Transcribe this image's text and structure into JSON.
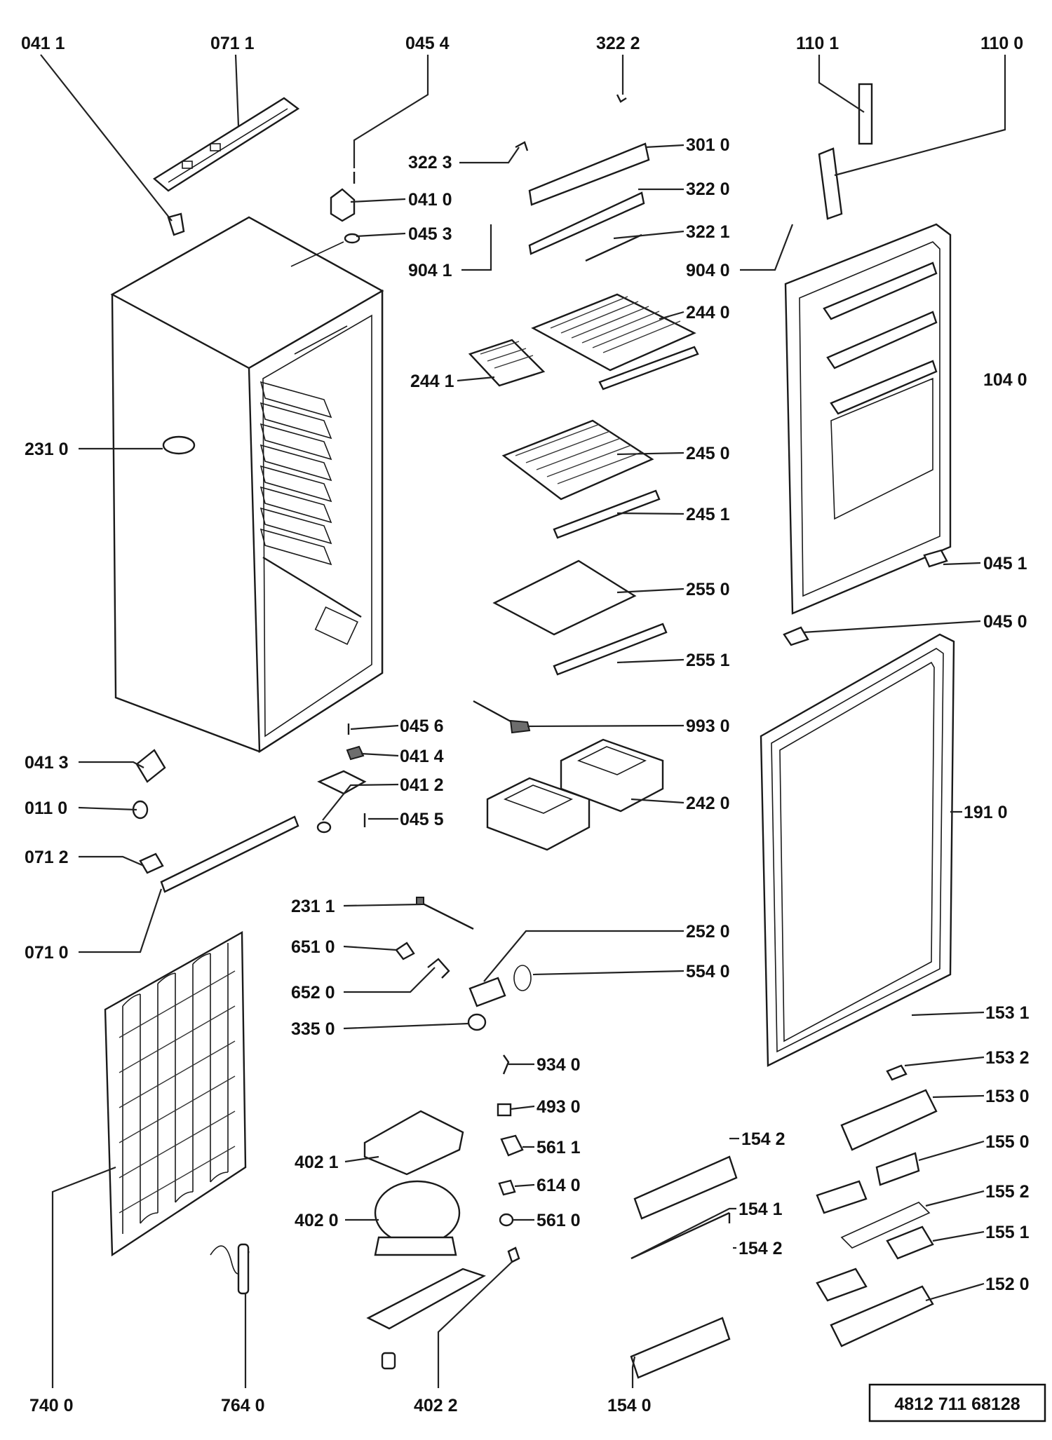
{
  "drawing_number": "4812 711 68128",
  "parts": [
    {
      "id": "041-1",
      "label": "041 1"
    },
    {
      "id": "071-1",
      "label": "071 1"
    },
    {
      "id": "045-4",
      "label": "045 4"
    },
    {
      "id": "322-2",
      "label": "322 2"
    },
    {
      "id": "110-1",
      "label": "110 1"
    },
    {
      "id": "110-0",
      "label": "110 0"
    },
    {
      "id": "322-3",
      "label": "322 3"
    },
    {
      "id": "301-0",
      "label": "301 0"
    },
    {
      "id": "041-0",
      "label": "041 0"
    },
    {
      "id": "322-0",
      "label": "322 0"
    },
    {
      "id": "045-3",
      "label": "045 3"
    },
    {
      "id": "322-1",
      "label": "322 1"
    },
    {
      "id": "904-1",
      "label": "904 1"
    },
    {
      "id": "904-0",
      "label": "904 0"
    },
    {
      "id": "244-0",
      "label": "244 0"
    },
    {
      "id": "244-1",
      "label": "244 1"
    },
    {
      "id": "104-0",
      "label": "104 0"
    },
    {
      "id": "231-0",
      "label": "231 0"
    },
    {
      "id": "245-0",
      "label": "245 0"
    },
    {
      "id": "245-1",
      "label": "245 1"
    },
    {
      "id": "045-1",
      "label": "045 1"
    },
    {
      "id": "255-0",
      "label": "255 0"
    },
    {
      "id": "045-0",
      "label": "045 0"
    },
    {
      "id": "255-1",
      "label": "255 1"
    },
    {
      "id": "045-6",
      "label": "045 6"
    },
    {
      "id": "993-0",
      "label": "993 0"
    },
    {
      "id": "041-3",
      "label": "041 3"
    },
    {
      "id": "041-4",
      "label": "041 4"
    },
    {
      "id": "041-2",
      "label": "041 2"
    },
    {
      "id": "242-0",
      "label": "242 0"
    },
    {
      "id": "191-0",
      "label": "191 0"
    },
    {
      "id": "011-0",
      "label": "011 0"
    },
    {
      "id": "045-5",
      "label": "045 5"
    },
    {
      "id": "071-2",
      "label": "071 2"
    },
    {
      "id": "231-1",
      "label": "231 1"
    },
    {
      "id": "071-0",
      "label": "071 0"
    },
    {
      "id": "252-0",
      "label": "252 0"
    },
    {
      "id": "651-0",
      "label": "651 0"
    },
    {
      "id": "554-0",
      "label": "554 0"
    },
    {
      "id": "652-0",
      "label": "652 0"
    },
    {
      "id": "153-1",
      "label": "153 1"
    },
    {
      "id": "335-0",
      "label": "335 0"
    },
    {
      "id": "153-2",
      "label": "153 2"
    },
    {
      "id": "934-0",
      "label": "934 0"
    },
    {
      "id": "153-0",
      "label": "153 0"
    },
    {
      "id": "493-0",
      "label": "493 0"
    },
    {
      "id": "402-1",
      "label": "402 1"
    },
    {
      "id": "154-2a",
      "label": "154 2"
    },
    {
      "id": "155-0",
      "label": "155 0"
    },
    {
      "id": "561-1",
      "label": "561 1"
    },
    {
      "id": "614-0",
      "label": "614 0"
    },
    {
      "id": "155-2",
      "label": "155 2"
    },
    {
      "id": "402-0",
      "label": "402 0"
    },
    {
      "id": "561-0",
      "label": "561 0"
    },
    {
      "id": "154-1",
      "label": "154 1"
    },
    {
      "id": "155-1",
      "label": "155 1"
    },
    {
      "id": "154-2b",
      "label": "154 2"
    },
    {
      "id": "152-0",
      "label": "152 0"
    },
    {
      "id": "740-0",
      "label": "740 0"
    },
    {
      "id": "764-0",
      "label": "764 0"
    },
    {
      "id": "402-2",
      "label": "402 2"
    },
    {
      "id": "154-0",
      "label": "154 0"
    }
  ]
}
